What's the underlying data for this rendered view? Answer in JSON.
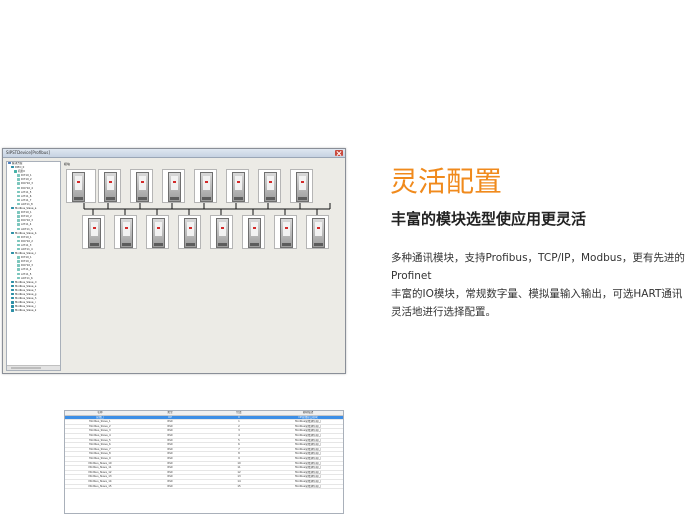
{
  "window": {
    "title": "SIPSTDevice[Profibus]",
    "module_section_label": "模块"
  },
  "tree": [
    {
      "label": "解决方案",
      "level": 0
    },
    {
      "label": "DPIO_0",
      "level": 1
    },
    {
      "label": "机架0",
      "level": 2
    },
    {
      "label": "DI710_1",
      "level": 3
    },
    {
      "label": "DI710_2",
      "level": 3
    },
    {
      "label": "DO710_3",
      "level": 3
    },
    {
      "label": "DO710_4",
      "level": 3
    },
    {
      "label": "AI711_5",
      "level": 3
    },
    {
      "label": "AI711_6",
      "level": 3
    },
    {
      "label": "AI711_7",
      "level": 3
    },
    {
      "label": "AO711_8",
      "level": 3
    },
    {
      "label": "Modbus_Slave_a",
      "level": 1
    },
    {
      "label": "DI710_1",
      "level": 3
    },
    {
      "label": "DI710_2",
      "level": 3
    },
    {
      "label": "DO710_3",
      "level": 3
    },
    {
      "label": "AI711_4",
      "level": 3
    },
    {
      "label": "AO711_5",
      "level": 3
    },
    {
      "label": "Modbus_Slave_b",
      "level": 1
    },
    {
      "label": "DI710_1",
      "level": 3
    },
    {
      "label": "DO710_2",
      "level": 3
    },
    {
      "label": "AI711_3",
      "level": 3
    },
    {
      "label": "AO711_4",
      "level": 3
    },
    {
      "label": "Modbus_Slave_c",
      "level": 1
    },
    {
      "label": "DI710_1",
      "level": 3
    },
    {
      "label": "DI710_2",
      "level": 3
    },
    {
      "label": "DO710_3",
      "level": 3
    },
    {
      "label": "AI711_4",
      "level": 3
    },
    {
      "label": "AI711_5",
      "level": 3
    },
    {
      "label": "AO711_6",
      "level": 3
    },
    {
      "label": "Modbus_Slave_d",
      "level": 1
    },
    {
      "label": "Modbus_Slave_e",
      "level": 1
    },
    {
      "label": "Modbus_Slave_f",
      "level": 1
    },
    {
      "label": "Modbus_Slave_g",
      "level": 1
    },
    {
      "label": "Modbus_Slave_h",
      "level": 1
    },
    {
      "label": "Modbus_Slave_i",
      "level": 1
    },
    {
      "label": "Modbus_Slave_j",
      "level": 1
    },
    {
      "label": "Modbus_Slave_k",
      "level": 1
    }
  ],
  "table": {
    "headers": [
      "名称",
      "类型",
      "位置",
      "模块描述"
    ],
    "rows": [
      [
        "总线口",
        "DP",
        "0",
        "DP总线接口模块"
      ],
      [
        "Modbus_Slave_1",
        "RS0",
        "1",
        "Modbus总线通信接口"
      ],
      [
        "Modbus_Slave_2",
        "RS0",
        "2",
        "Modbus总线通信接口"
      ],
      [
        "Modbus_Slave_3",
        "RS0",
        "3",
        "Modbus总线通信接口"
      ],
      [
        "Modbus_Slave_4",
        "RS0",
        "4",
        "Modbus总线通信接口"
      ],
      [
        "Modbus_Slave_5",
        "RS0",
        "5",
        "Modbus总线通信接口"
      ],
      [
        "Modbus_Slave_6",
        "RS0",
        "6",
        "Modbus总线通信接口"
      ],
      [
        "Modbus_Slave_7",
        "RS0",
        "7",
        "Modbus总线通信接口"
      ],
      [
        "Modbus_Slave_8",
        "RS0",
        "8",
        "Modbus总线通信接口"
      ],
      [
        "Modbus_Slave_9",
        "RS0",
        "9",
        "Modbus总线通信接口"
      ],
      [
        "Modbus_Slave_10",
        "RS0",
        "10",
        "Modbus总线通信接口"
      ],
      [
        "Modbus_Slave_11",
        "RS0",
        "11",
        "Modbus总线通信接口"
      ],
      [
        "Modbus_Slave_12",
        "RS0",
        "12",
        "Modbus总线通信接口"
      ],
      [
        "Modbus_Slave_13",
        "RS0",
        "13",
        "Modbus总线通信接口"
      ],
      [
        "Modbus_Slave_14",
        "RS0",
        "14",
        "Modbus总线通信接口"
      ],
      [
        "Modbus_Slave_15",
        "RS0",
        "15",
        "Modbus总线通信接口"
      ]
    ]
  },
  "promo": {
    "headline": "灵活配置",
    "subhead": "丰富的模块选型使应用更灵活",
    "lines": [
      "多种通讯模块，支持Profibus，TCP/IP，Modbus，更有先进的",
      "Profinet",
      "丰富的IO模块，常规数字量、模拟量输入输出，可选HART通讯",
      "灵活地进行选择配置。"
    ]
  },
  "colors": {
    "headline": "#f08a1c",
    "selected_row": "#3c8ee6"
  }
}
